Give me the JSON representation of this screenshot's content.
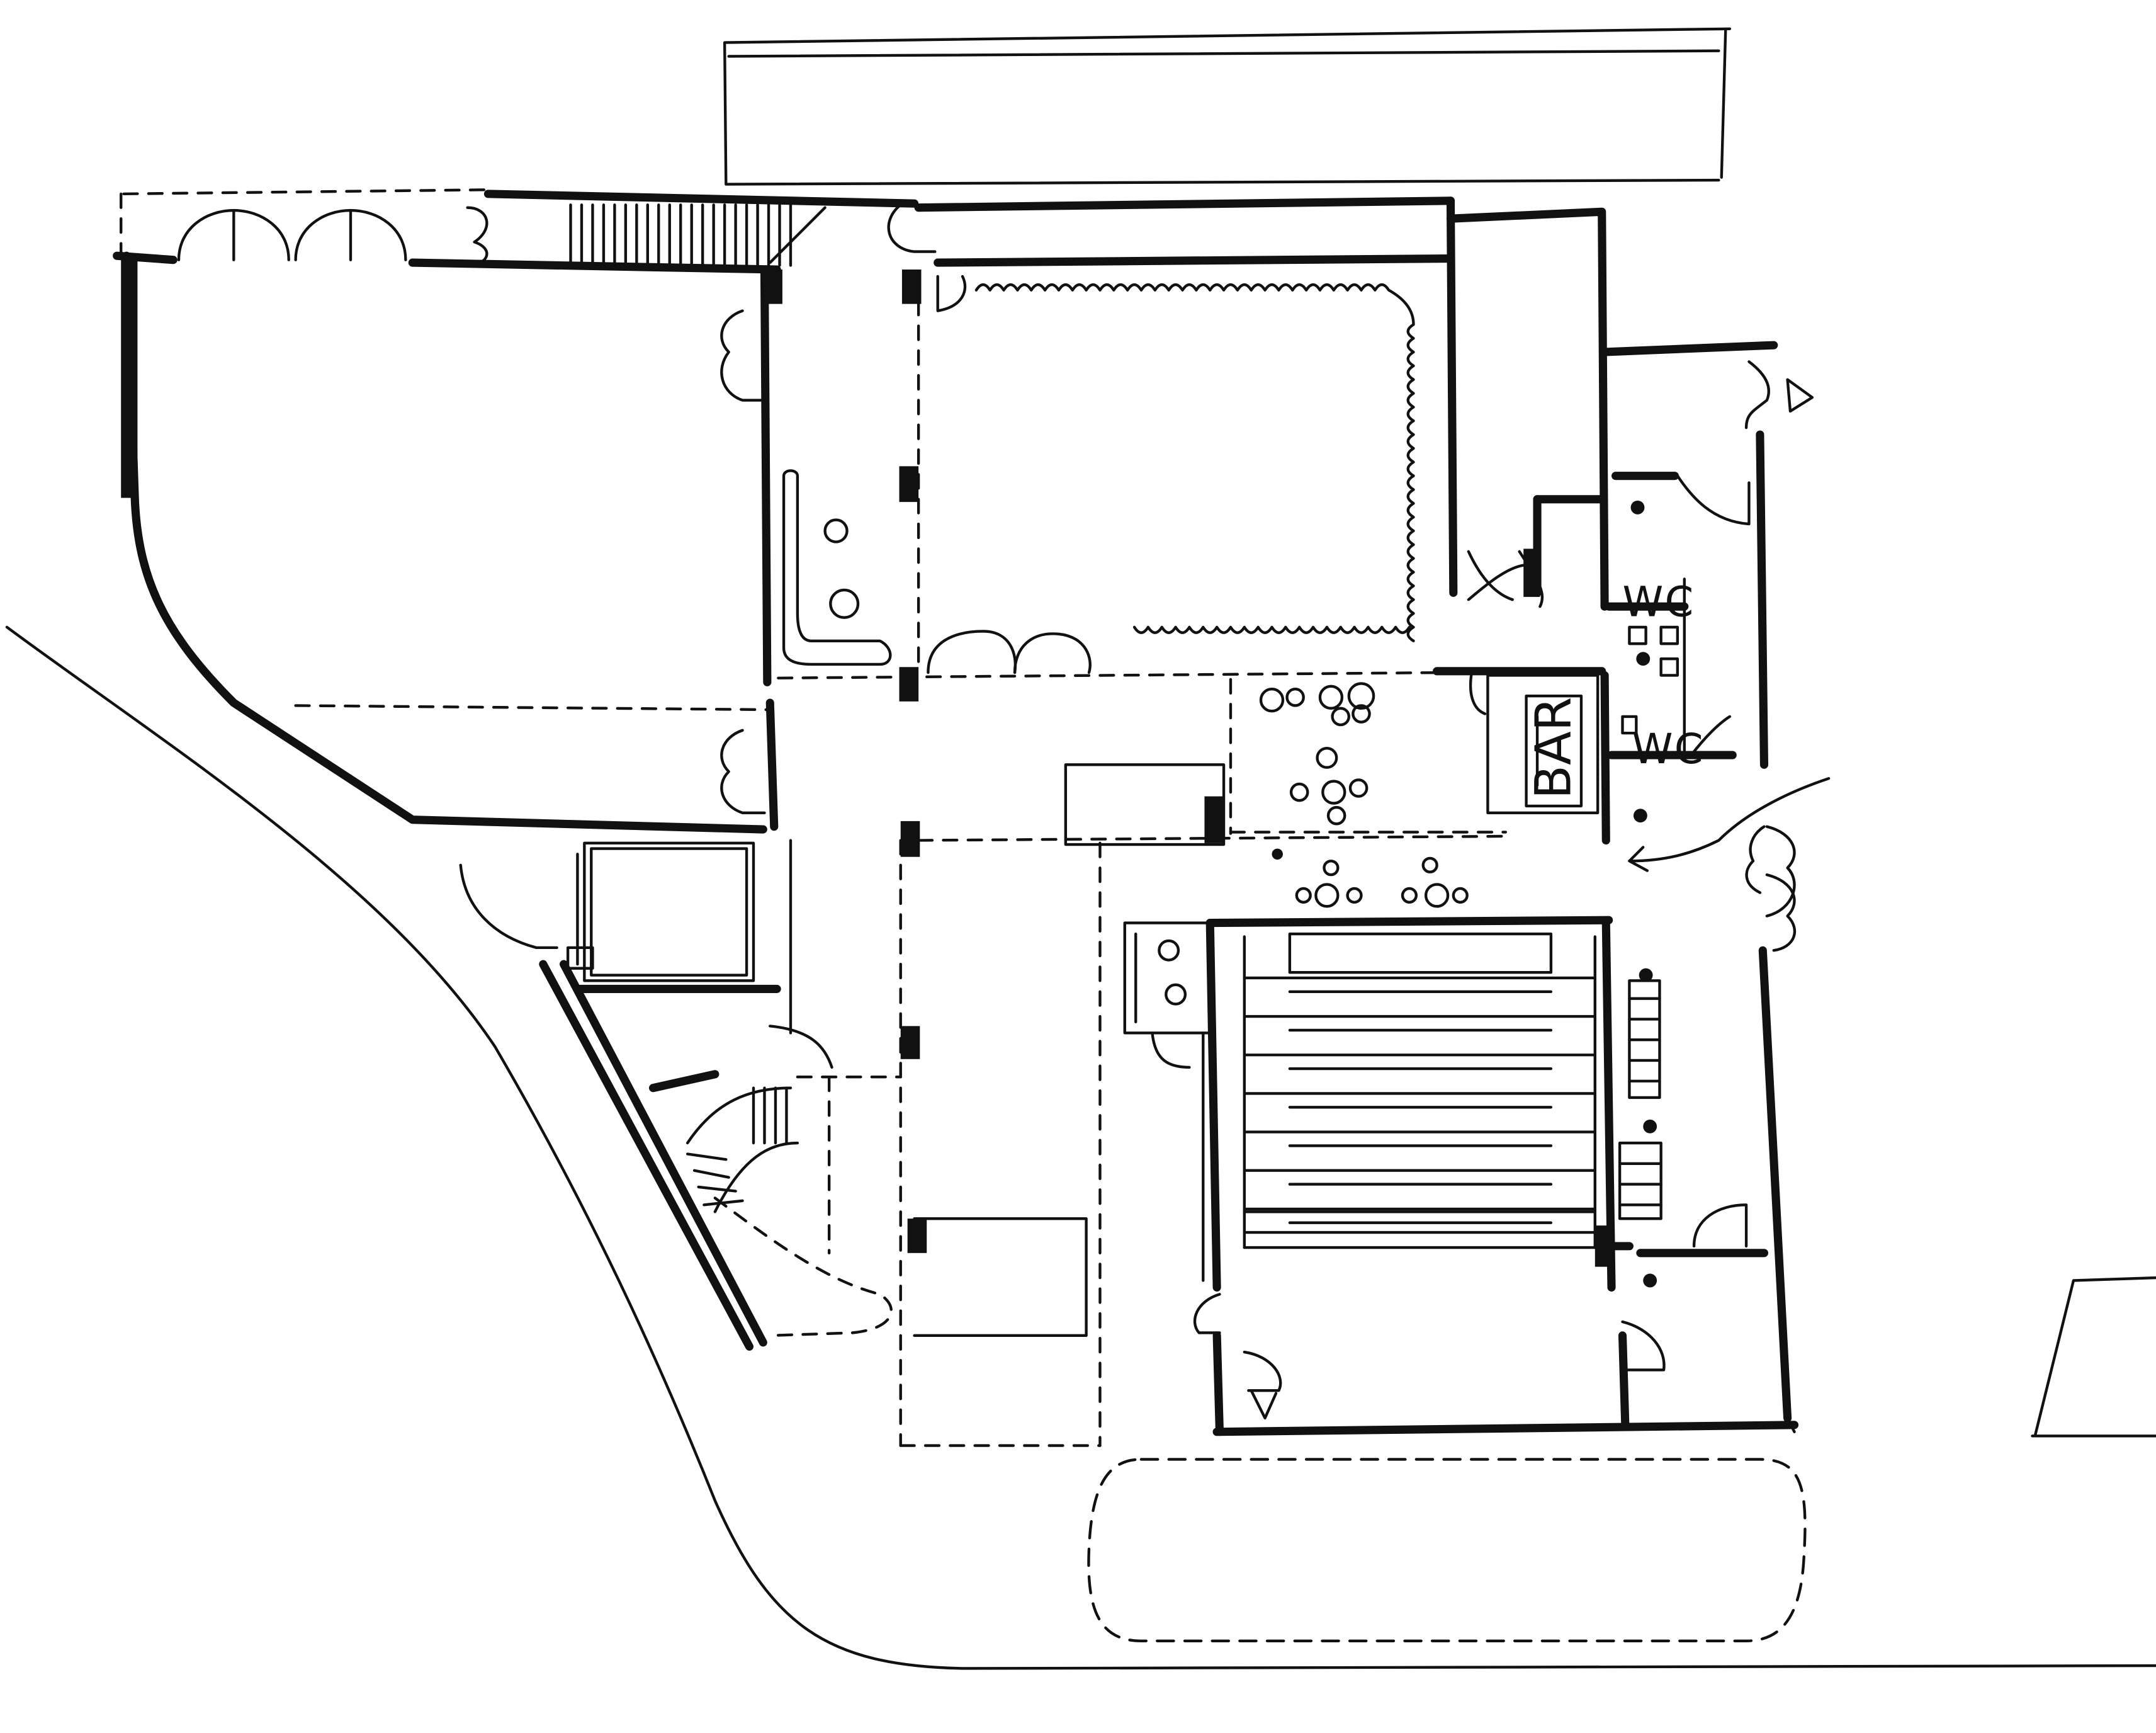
{
  "labels": {
    "wc_upper": "WC",
    "wc_lower": "WC",
    "bar": "BAR"
  },
  "colors": {
    "ink": "#111111",
    "paper": "#ffffff"
  }
}
